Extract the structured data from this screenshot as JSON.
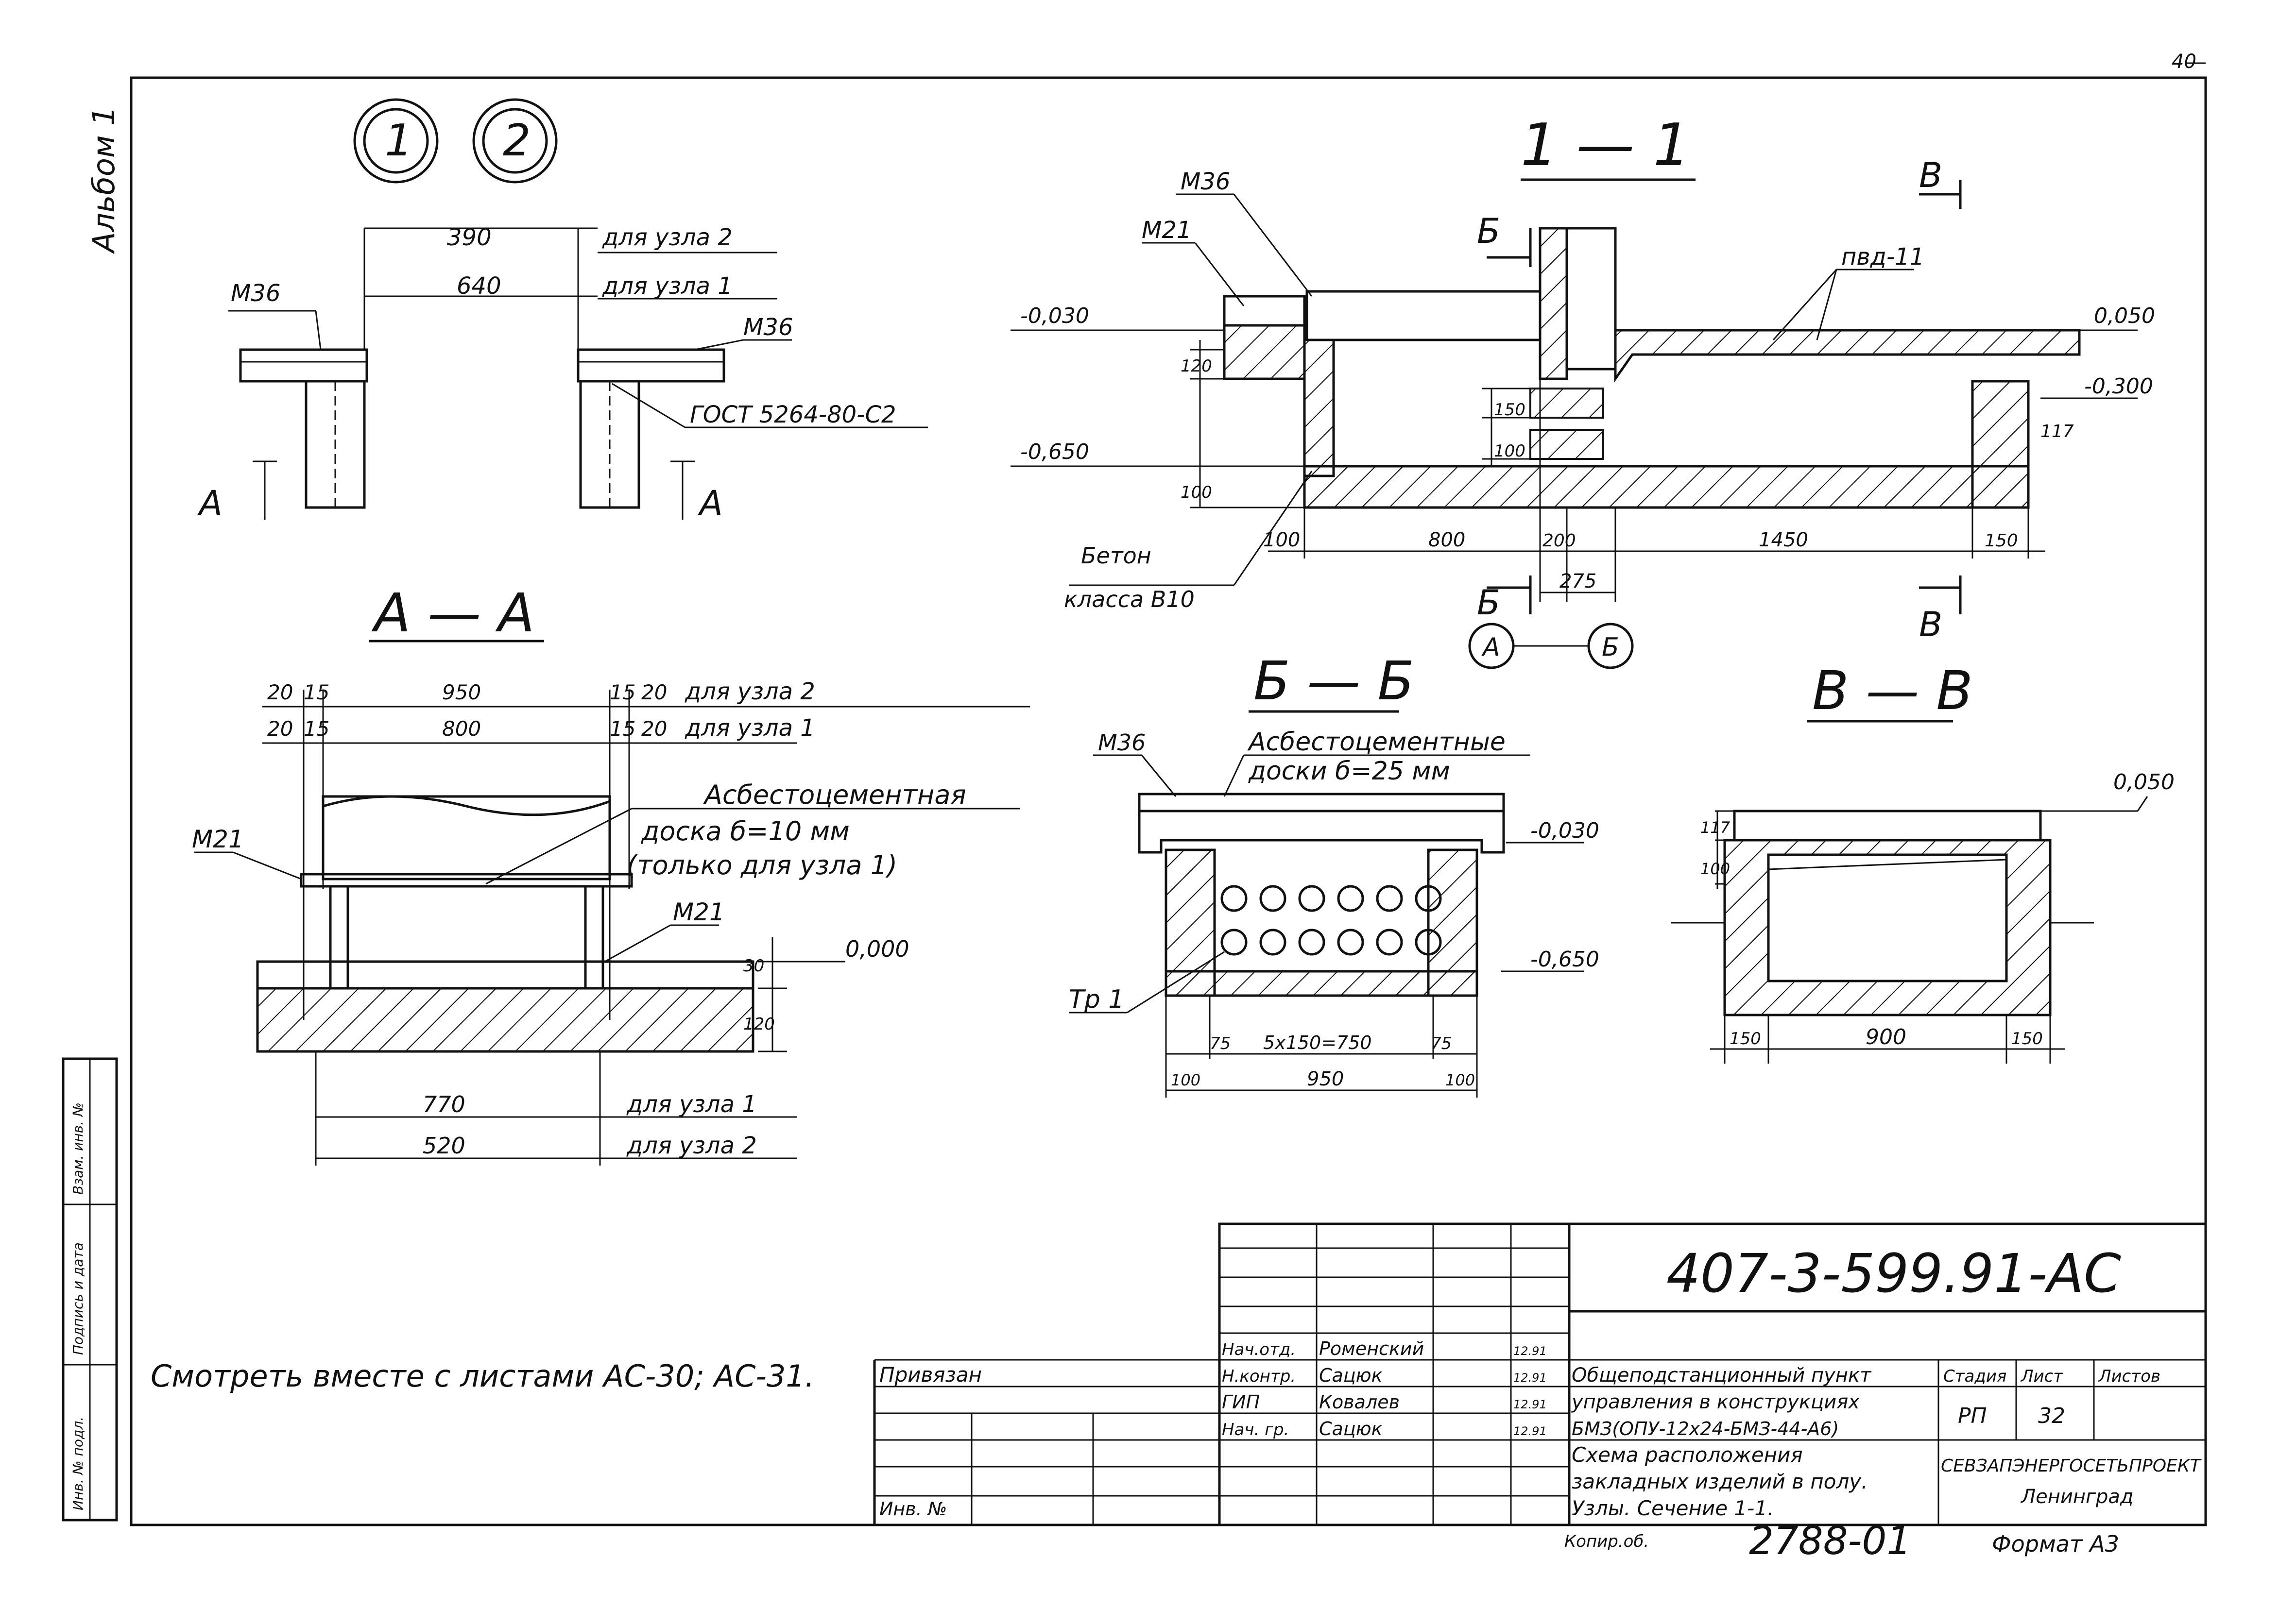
{
  "album": "Альбом 1",
  "corner_mark": "40",
  "node_circles": [
    "1",
    "2"
  ],
  "left_detail": {
    "dims": [
      "390",
      "640"
    ],
    "for_node_2": "для узла 2",
    "for_node_1": "для узла 1",
    "m36_left": "М36",
    "m36_right": "М36",
    "gost": "ГОСТ 5264-80-С2",
    "cut_a": "А"
  },
  "section_aa": {
    "title": "А — А",
    "top_dims_row1": [
      "20",
      "15",
      "950",
      "15",
      "20"
    ],
    "top_dims_row2": [
      "20",
      "15",
      "800",
      "15",
      "20"
    ],
    "for_node_2": "для узла 2",
    "for_node_1": "для узла 1",
    "asb_line1": "Асбестоцементная",
    "asb_line2": "доска б=10 мм",
    "asb_line3": "(только для узла 1)",
    "m21_left": "М21",
    "m21_right": "М21",
    "level": "0,000",
    "dim_30": "30",
    "dim_120": "120",
    "bottom_dim1": "770",
    "bottom_dim2": "520",
    "bottom_for1": "для узла 1",
    "bottom_for2": "для узла 2"
  },
  "section_11": {
    "title": "1 — 1",
    "m36": "М36",
    "m21": "М21",
    "cut_b": "Б",
    "cut_v": "В",
    "pvd": "пвд-11",
    "lvl_neg030": "-0,030",
    "lvl_neg650": "-0,650",
    "lvl_050": "0,050",
    "lvl_neg300": "-0,300",
    "dim_120": "120",
    "dim_100": "100",
    "dim_150": "150",
    "dim_100b": "100",
    "concrete1": "Бетон",
    "concrete2": "класса В10",
    "bottom_dims": [
      "100",
      "800",
      "200",
      "1450",
      "150"
    ],
    "dim_275": "275",
    "axis_a": "А",
    "axis_b": "Б",
    "dim_117": "117"
  },
  "section_bb": {
    "title": "Б — Б",
    "m36": "М36",
    "asb1": "Асбестоцементные",
    "asb2": "доски б=25 мм",
    "lvl1": "-0,030",
    "lvl2": "-0,650",
    "tr": "Тр 1",
    "dims_row1": [
      "75",
      "5x150=750",
      "75"
    ],
    "dims_row2": [
      "100",
      "950",
      "100"
    ]
  },
  "section_vv": {
    "title": "В — В",
    "lvl": "0,050",
    "dim_117": "117",
    "dim_100": "100",
    "dims": [
      "150",
      "900",
      "150"
    ]
  },
  "note": "Смотреть вместе с листами АС-30; АС-31.",
  "side_stamp": [
    "Инв. № подл.",
    "Подпись и дата",
    "Взам. инв. №"
  ],
  "title_block": {
    "code": "407-3-599.91-АС",
    "privyazan": "Привязан",
    "inv": "Инв. №",
    "staff": [
      {
        "role": "Нач.отд.",
        "name": "Роменский",
        "date": "12.91"
      },
      {
        "role": "Н.контр.",
        "name": "Сацюк",
        "date": "12.91"
      },
      {
        "role": "ГИП",
        "name": "Ковалев",
        "date": "12.91"
      },
      {
        "role": "Нач. гр.",
        "name": "Сацюк",
        "date": "12.91"
      }
    ],
    "project_line1": "Общеподстанционный пункт",
    "project_line2": "управления в конструкциях",
    "project_line3": "БМЗ(ОПУ-12х24-БМЗ-44-А6)",
    "sheet_title_line1": "Схема расположения",
    "sheet_title_line2": "закладных изделий в полу.",
    "sheet_title_line3": "Узлы. Сечение 1-1.",
    "stadia_label": "Стадия",
    "list_label": "Лист",
    "listov_label": "Листов",
    "stadia": "РП",
    "list": "32",
    "org": "СЕВЗАПЭНЕРГОСЕТЬПРОЕКТ",
    "city": "Ленинград"
  },
  "footer": {
    "kopir": "Копир.об.",
    "number": "2788-01",
    "format": "Формат А3"
  }
}
